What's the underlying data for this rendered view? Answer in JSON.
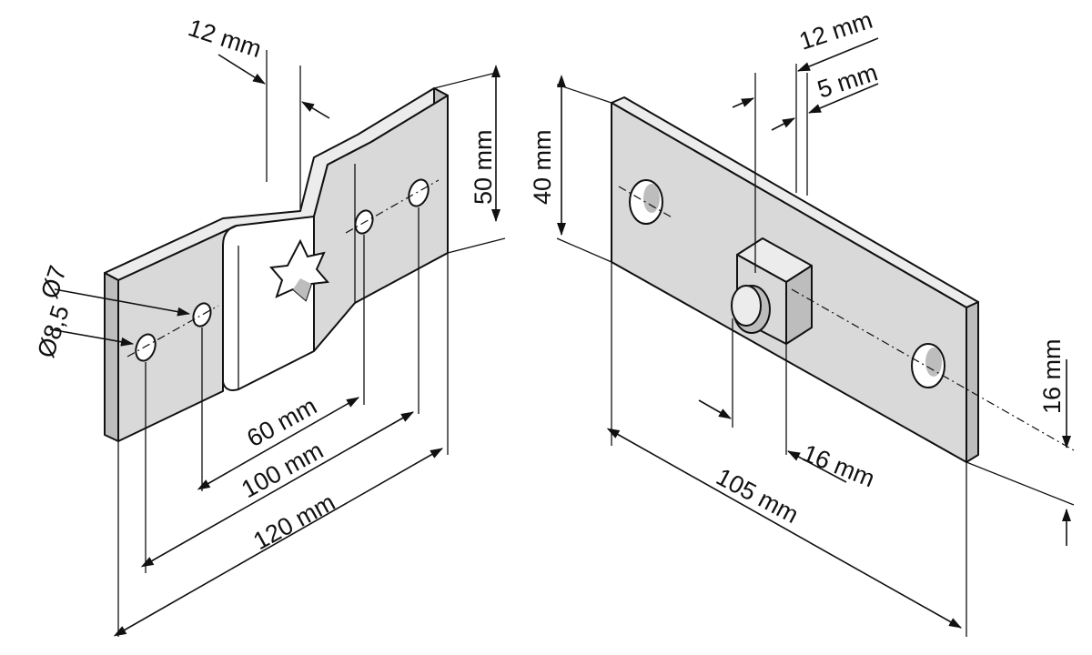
{
  "left_part": {
    "hole_small_label": "Ø7",
    "hole_large_label": "Ø8,5",
    "flange_width_label": "12 mm",
    "height_label": "50 mm",
    "dim_60_label": "60 mm",
    "dim_100_label": "100 mm",
    "dim_120_label": "120 mm"
  },
  "right_part": {
    "height_label": "40 mm",
    "dim_12_label": "12 mm",
    "dim_5_label": "5 mm",
    "offset_16_vertical_label": "16 mm",
    "offset_16_horizontal_label": "16 mm",
    "length_label": "105 mm"
  },
  "colors": {
    "line": "#111111",
    "face": "#d9d9d9",
    "top": "#ececec",
    "side": "#bdbdbd",
    "background": "#ffffff"
  }
}
